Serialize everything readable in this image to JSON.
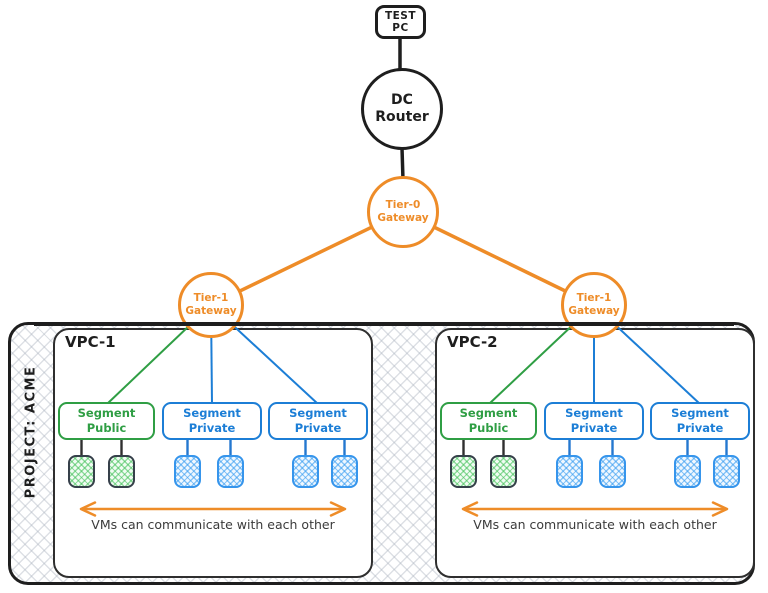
{
  "colors": {
    "ink": "#1e1e1e",
    "orange": "#ee8c28",
    "green": "#2f9e44",
    "blue": "#1c7ed6"
  },
  "nodes": {
    "test_pc": "TEST\nPC",
    "dc_router": "DC\nRouter",
    "tier0_gateway": "Tier-0\nGateway",
    "tier1_gateway_left": "Tier-1\nGateway",
    "tier1_gateway_right": "Tier-1\nGateway"
  },
  "project": {
    "label": "PROJECT: ACME"
  },
  "vpcs": [
    {
      "name": "VPC-1",
      "segments": [
        {
          "label": "Segment\nPublic",
          "type": "public",
          "vm_count": 2
        },
        {
          "label": "Segment\nPrivate",
          "type": "private",
          "vm_count": 2
        },
        {
          "label": "Segment\nPrivate",
          "type": "private",
          "vm_count": 2
        }
      ],
      "caption": "VMs can communicate with each other"
    },
    {
      "name": "VPC-2",
      "segments": [
        {
          "label": "Segment\nPublic",
          "type": "public",
          "vm_count": 2
        },
        {
          "label": "Segment\nPrivate",
          "type": "private",
          "vm_count": 2
        },
        {
          "label": "Segment\nPrivate",
          "type": "private",
          "vm_count": 2
        }
      ],
      "caption": "VMs can communicate with each other"
    }
  ]
}
